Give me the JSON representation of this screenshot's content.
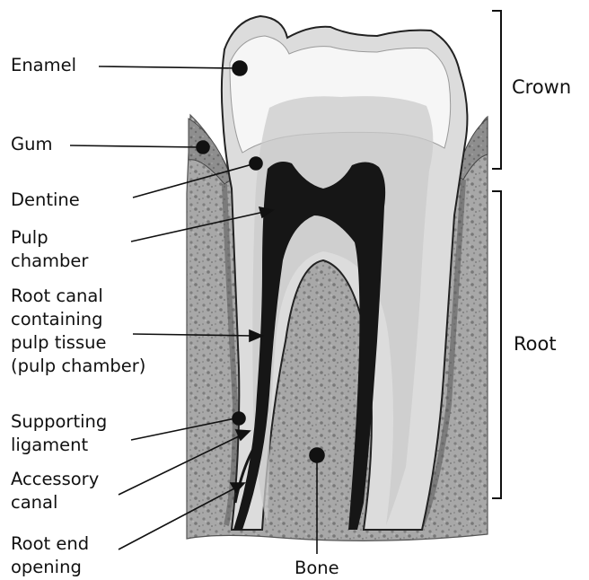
{
  "labels": {
    "enamel": "Enamel",
    "gum": "Gum",
    "dentine": "Dentine",
    "pulp_chamber": [
      "Pulp",
      "chamber"
    ],
    "root_canal": [
      "Root canal",
      "containing",
      "pulp tissue",
      "(pulp chamber)"
    ],
    "supporting_ligament": [
      "Supporting",
      "ligament"
    ],
    "accessory_canal": [
      "Accessory",
      "canal"
    ],
    "root_end_opening": [
      "Root end",
      "opening"
    ],
    "bone": "Bone",
    "crown": "Crown",
    "root": "Root"
  },
  "colors": {
    "ink": "#111111",
    "enamel": "#f4f4f4",
    "crown_surface": "#dcdcdc",
    "dentine": "#c6c6c6",
    "bone": "#a9a9a9",
    "gum": "#8e8e8e",
    "pulp": "#161616"
  }
}
